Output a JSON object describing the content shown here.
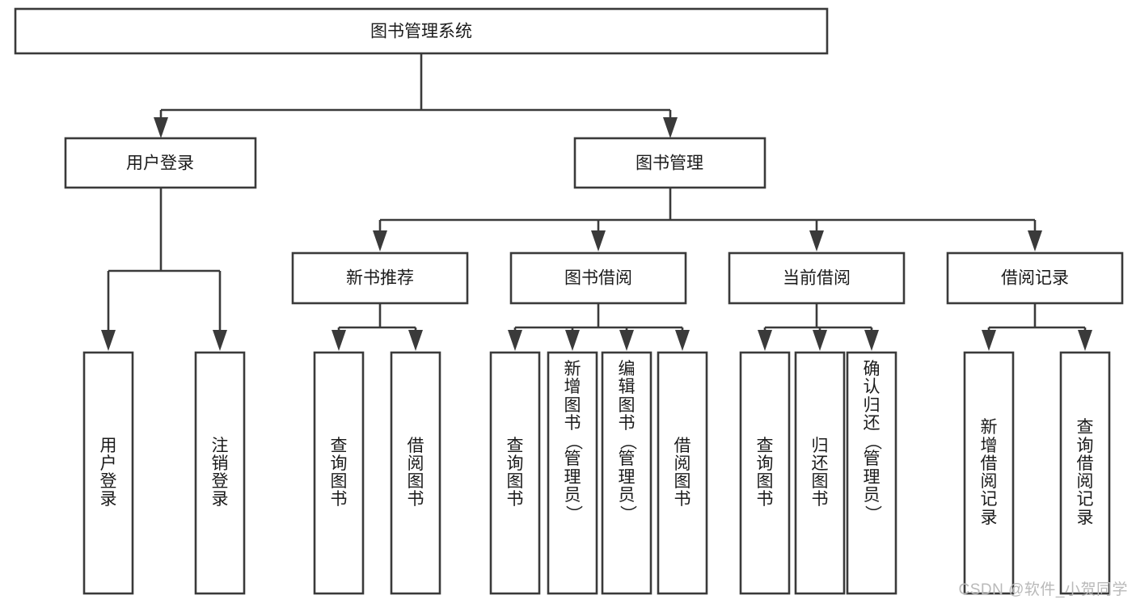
{
  "diagram": {
    "title": "图书管理系统",
    "type": "tree",
    "orientation": "top-down",
    "background_color": "#ffffff",
    "line_color": "#3a3a3a",
    "text_color": "#1b1b1b",
    "box_fill": "#ffffff"
  },
  "root": {
    "id": "root",
    "label": "图书管理系统",
    "text_orientation": "horizontal"
  },
  "level2": [
    {
      "id": "user-login",
      "label": "用户登录",
      "text_orientation": "horizontal"
    },
    {
      "id": "book-manage",
      "label": "图书管理",
      "text_orientation": "horizontal"
    }
  ],
  "level3": [
    {
      "id": "new-book-recommend",
      "label": "新书推荐",
      "text_orientation": "horizontal",
      "parent": "book-manage"
    },
    {
      "id": "book-borrow",
      "label": "图书借阅",
      "text_orientation": "horizontal",
      "parent": "book-manage"
    },
    {
      "id": "current-borrow",
      "label": "当前借阅",
      "text_orientation": "horizontal",
      "parent": "book-manage"
    },
    {
      "id": "borrow-record",
      "label": "借阅记录",
      "text_orientation": "horizontal",
      "parent": "book-manage"
    }
  ],
  "leaves": [
    {
      "id": "leaf-user-login",
      "parent": "user-login",
      "label": "用户登录",
      "chars": [
        "用",
        "户",
        "登",
        "录"
      ],
      "text_orientation": "vertical"
    },
    {
      "id": "leaf-user-logout",
      "parent": "user-login",
      "label": "注销登录",
      "chars": [
        "注",
        "销",
        "登",
        "录"
      ],
      "text_orientation": "vertical"
    },
    {
      "id": "leaf-rec-query-book",
      "parent": "new-book-recommend",
      "label": "查询图书",
      "chars": [
        "查",
        "询",
        "图",
        "书"
      ],
      "text_orientation": "vertical"
    },
    {
      "id": "leaf-rec-borrow-book",
      "parent": "new-book-recommend",
      "label": "借阅图书",
      "chars": [
        "借",
        "阅",
        "图",
        "书"
      ],
      "text_orientation": "vertical"
    },
    {
      "id": "leaf-bb-query-book",
      "parent": "book-borrow",
      "label": "查询图书",
      "chars": [
        "查",
        "询",
        "图",
        "书"
      ],
      "text_orientation": "vertical"
    },
    {
      "id": "leaf-bb-add-book",
      "parent": "book-borrow",
      "label": "新增图书（管理员）",
      "chars": [
        "新",
        "增",
        "图",
        "书",
        "（",
        "管",
        "理",
        "员",
        "）"
      ],
      "text_orientation": "vertical"
    },
    {
      "id": "leaf-bb-edit-book",
      "parent": "book-borrow",
      "label": "编辑图书（管理员）",
      "chars": [
        "编",
        "辑",
        "图",
        "书",
        "（",
        "管",
        "理",
        "员",
        "）"
      ],
      "text_orientation": "vertical"
    },
    {
      "id": "leaf-bb-borrow-book",
      "parent": "book-borrow",
      "label": "借阅图书",
      "chars": [
        "借",
        "阅",
        "图",
        "书"
      ],
      "text_orientation": "vertical"
    },
    {
      "id": "leaf-cb-query-book",
      "parent": "current-borrow",
      "label": "查询图书",
      "chars": [
        "查",
        "询",
        "图",
        "书"
      ],
      "text_orientation": "vertical"
    },
    {
      "id": "leaf-cb-return-book",
      "parent": "current-borrow",
      "label": "归还图书",
      "chars": [
        "归",
        "还",
        "图",
        "书"
      ],
      "text_orientation": "vertical"
    },
    {
      "id": "leaf-cb-confirm-return",
      "parent": "current-borrow",
      "label": "确认归还（管理员）",
      "chars": [
        "确",
        "认",
        "归",
        "还",
        "（",
        "管",
        "理",
        "员",
        "）"
      ],
      "text_orientation": "vertical"
    },
    {
      "id": "leaf-br-add-record",
      "parent": "borrow-record",
      "label": "新增借阅记录",
      "chars": [
        "新",
        "增",
        "借",
        "阅",
        "记",
        "录"
      ],
      "text_orientation": "vertical"
    },
    {
      "id": "leaf-br-query-record",
      "parent": "borrow-record",
      "label": "查询借阅记录",
      "chars": [
        "查",
        "询",
        "借",
        "阅",
        "记",
        "录"
      ],
      "text_orientation": "vertical"
    }
  ],
  "watermark": {
    "text": "CSDN @软件_小贺同学",
    "color": "#b9b9b9"
  }
}
